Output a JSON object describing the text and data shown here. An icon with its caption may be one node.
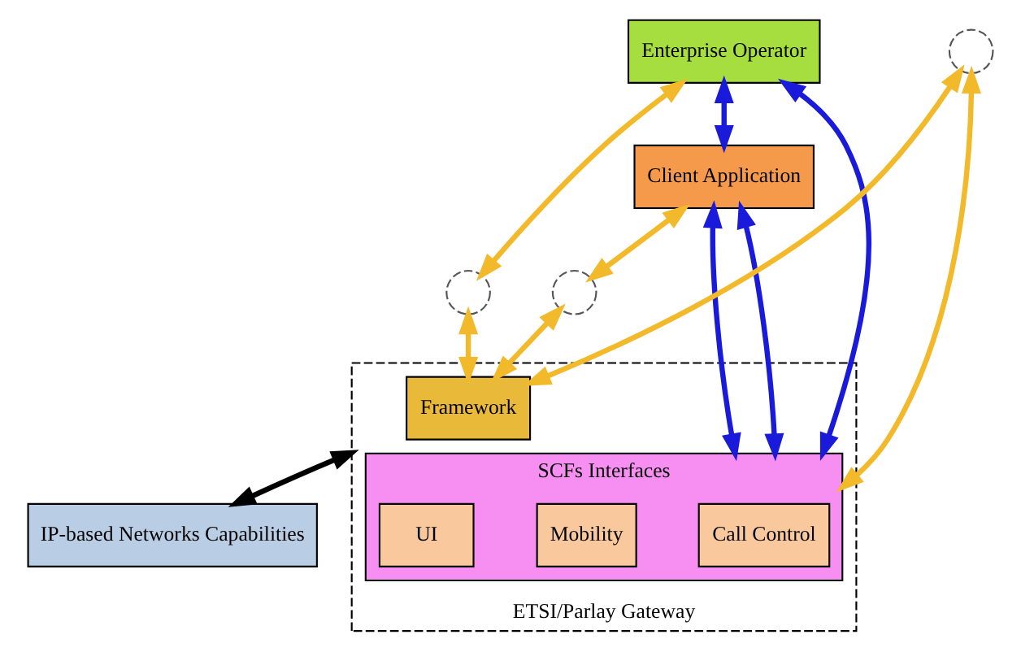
{
  "diagram": {
    "nodes": [
      {
        "text": [
          "Enterprise Operator"
        ]
      },
      {
        "text": [
          "Client Application"
        ]
      },
      {
        "text": [
          "ETSI/Parlay Gateway"
        ]
      },
      {
        "text": [
          "Framework"
        ],
        "in": 2
      },
      {
        "text": [
          "SCFs Interfaces"
        ],
        "in": 2
      },
      {
        "text": [
          "Call Control"
        ],
        "in": 4
      },
      {
        "text": [
          "Mobility"
        ],
        "in": 4
      },
      {
        "text": [
          "UI"
        ],
        "in": 4
      },
      {
        "text": [
          "IP-based Networks Capabilities"
        ]
      },
      {
        "text": [],
        "shape": "circle"
      },
      {
        "text": [],
        "shape": "circle"
      },
      {
        "text": [],
        "shape": "circle"
      }
    ],
    "edges": [
      {
        "from": 0,
        "to": 9,
        "arrow": "both",
        "color": "#f2b92a"
      },
      {
        "from": 9,
        "to": 3,
        "arrow": "both",
        "color": "#f2b92a"
      },
      {
        "from": 1,
        "to": 10,
        "arrow": "both",
        "color": "#f2b92a"
      },
      {
        "from": 10,
        "to": 3,
        "arrow": "both",
        "color": "#f2b92a"
      },
      {
        "from": 3,
        "to": 11,
        "arrow": "both",
        "color": "#f2b92a"
      },
      {
        "from": 11,
        "to": 4,
        "arrow": "both",
        "color": "#f2b92a"
      },
      {
        "from": 0,
        "to": 1,
        "arrow": "both",
        "color": "#1a1adb"
      },
      {
        "from": 1,
        "to": 4,
        "arrow": "both",
        "color": "#1a1adb"
      },
      {
        "from": 1,
        "to": 4,
        "arrow": "both",
        "color": "#1a1adb"
      },
      {
        "from": 0,
        "to": 4,
        "arrow": "both",
        "color": "#1a1adb"
      },
      {
        "from": 2,
        "to": 8,
        "arrow": "both",
        "color": "#000000"
      }
    ]
  }
}
